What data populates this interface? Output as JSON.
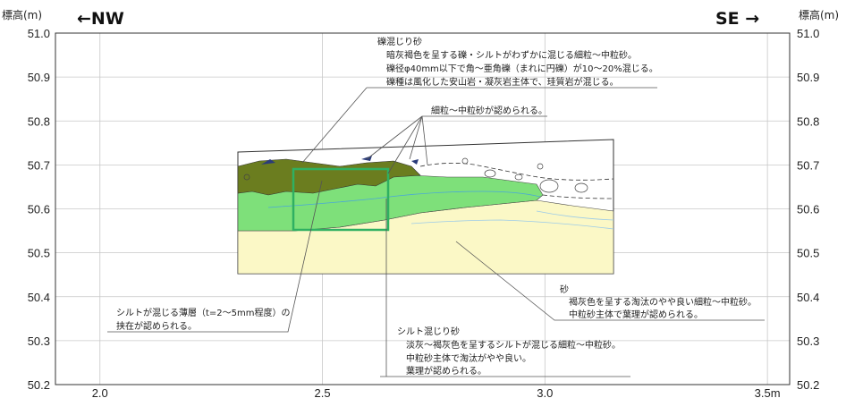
{
  "axes": {
    "y_unit_left": "標高(m)",
    "y_unit_right": "標高(m)",
    "left_direction": "←NW",
    "right_direction": "SE →",
    "x_ticks": [
      "2.0",
      "2.5",
      "3.0",
      "3.5m"
    ],
    "x_tick_values": [
      2.0,
      2.5,
      3.0,
      3.5
    ],
    "xlim": [
      1.9,
      3.55
    ],
    "y_ticks": [
      "51.0",
      "50.9",
      "50.8",
      "50.7",
      "50.6",
      "50.5",
      "50.4",
      "50.3",
      "50.2"
    ],
    "y_tick_values": [
      51.0,
      50.9,
      50.8,
      50.7,
      50.6,
      50.5,
      50.4,
      50.3,
      50.2
    ],
    "ylim": [
      50.2,
      51.0
    ],
    "grid": true
  },
  "annotations": {
    "gravel": {
      "title": "礫混じり砂",
      "lines": [
        "暗灰褐色を呈する礫・シルトがわずかに混じる細粒～中粒砂。",
        "礫径φ40mm以下で角～亜角礫（まれに円礫）が10～20%混じる。",
        "礫種は風化した安山岩・凝灰岩主体で、珪質岩が混じる。"
      ]
    },
    "fine_sand": {
      "text": "細粒～中粒砂が認められる。"
    },
    "silt_layer": {
      "lines": [
        "シルトが混じる薄層（t=2～5mm程度）の",
        "挟在が認められる。"
      ]
    },
    "sand": {
      "title": "砂",
      "lines": [
        "褐灰色を呈する淘汰のやや良い細粒～中粒砂。",
        "中粒砂主体で葉理が認められる。"
      ]
    },
    "silty_sand": {
      "title": "シルト混じり砂",
      "lines": [
        "淡灰～褐灰色を呈するシルトが混じる細粒～中粒砂。",
        "中粒砂主体で淘汰がやや良い。",
        "葉理が認められる。"
      ]
    }
  },
  "colors": {
    "sand": "#fbf8c6",
    "silty_sand": "#7ee07a",
    "gravelly_sand": "#6b7d1f",
    "frame_highlight": "#2fb062",
    "grid": "#c8c8c8"
  }
}
